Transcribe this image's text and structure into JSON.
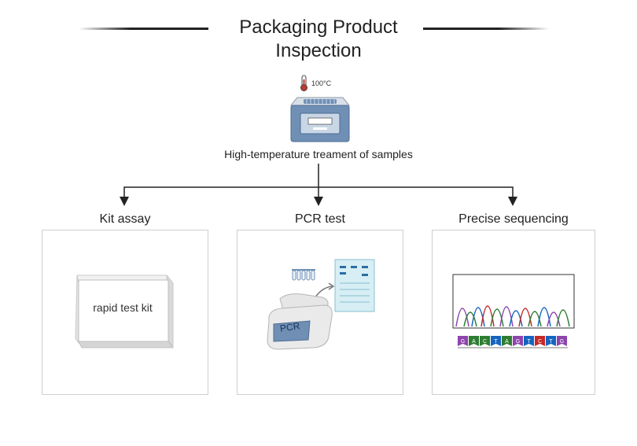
{
  "title": {
    "line1": "Packaging Product",
    "line2": "Inspection"
  },
  "step": {
    "temperature": "100°C",
    "label": "High-temperature treament of samples"
  },
  "columns": [
    {
      "label": "Kit assay",
      "box_text": "rapid test kit"
    },
    {
      "label": "PCR test",
      "device_text": "PCR"
    },
    {
      "label": "Precise sequencing",
      "bases": [
        "G",
        "A",
        "C",
        "T",
        "A",
        "G",
        "T",
        "C",
        "T",
        "G"
      ]
    }
  ],
  "colors": {
    "line": "#222222",
    "heat_block": "#6f8fb5",
    "gel": "#d6eef4",
    "base_colors": [
      "#8e44ad",
      "#2e7d32",
      "#2e7d32",
      "#1565c0",
      "#2e7d32",
      "#8e44ad",
      "#1565c0",
      "#c62828",
      "#1565c0",
      "#8e44ad"
    ]
  }
}
